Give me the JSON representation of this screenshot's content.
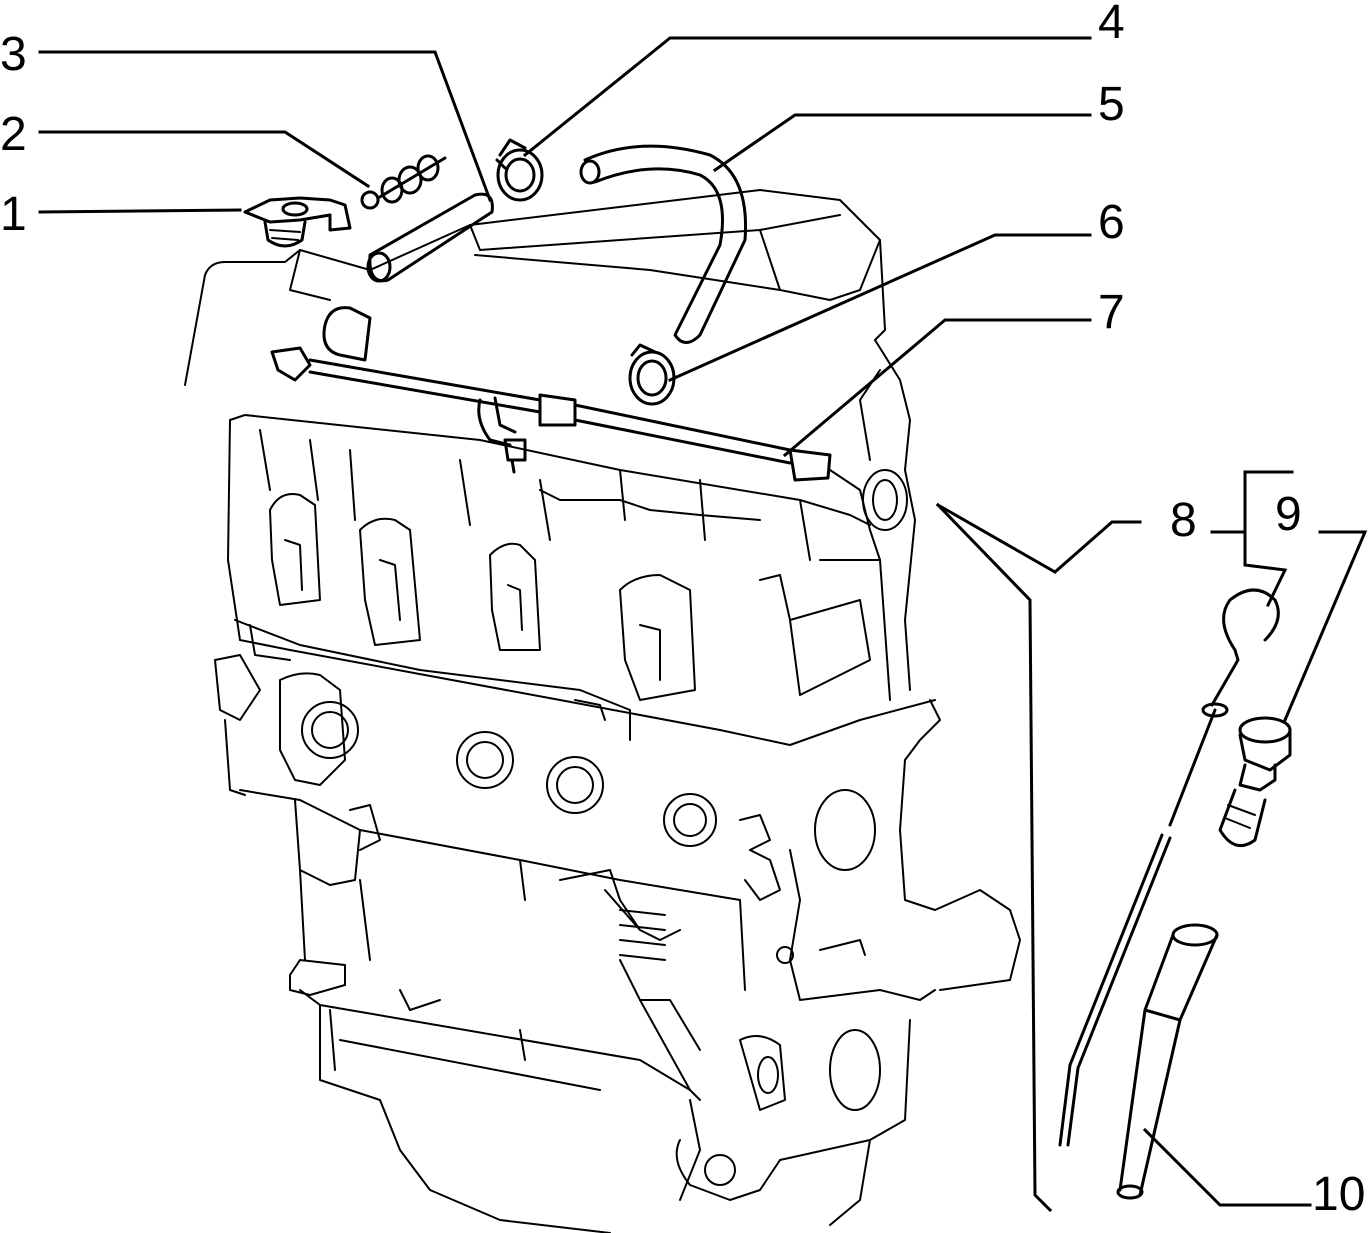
{
  "diagram": {
    "callouts": [
      {
        "id": "c1",
        "label": "1"
      },
      {
        "id": "c2",
        "label": "2"
      },
      {
        "id": "c3",
        "label": "3"
      },
      {
        "id": "c4",
        "label": "4"
      },
      {
        "id": "c5",
        "label": "5"
      },
      {
        "id": "c6",
        "label": "6"
      },
      {
        "id": "c7",
        "label": "7"
      },
      {
        "id": "c8",
        "label": "8"
      },
      {
        "id": "c9",
        "label": "9"
      },
      {
        "id": "c10",
        "label": "10"
      }
    ],
    "colors": {
      "line": "#000000",
      "background": "#ffffff"
    }
  }
}
